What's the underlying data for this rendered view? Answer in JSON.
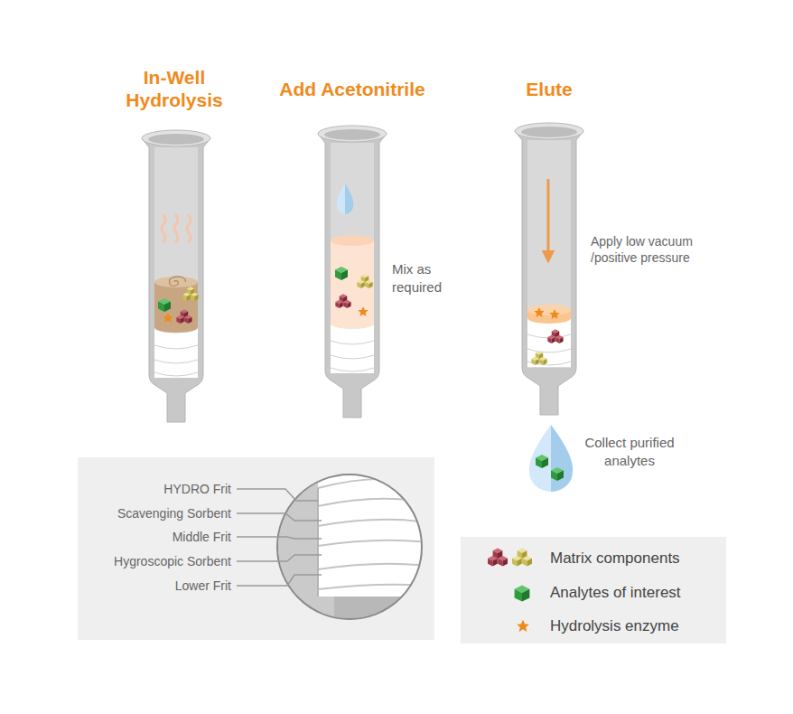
{
  "diagram": {
    "labels": [
      "In-Well Hydrolysis",
      "Add Acetonitrile",
      "Elute",
      "Mix as required",
      "Apply low vacuum /positive pressure",
      "Collect purified analytes",
      "HYDRO Frit",
      "Scavenging Sorbent",
      "Middle Frit",
      "Hygroscopic Sorbent",
      "Lower Frit"
    ],
    "legend": [
      {
        "text": "Matrix components"
      },
      {
        "text": "Analytes of interest"
      },
      {
        "text": "Hydrolysis enzyme"
      }
    ]
  }
}
